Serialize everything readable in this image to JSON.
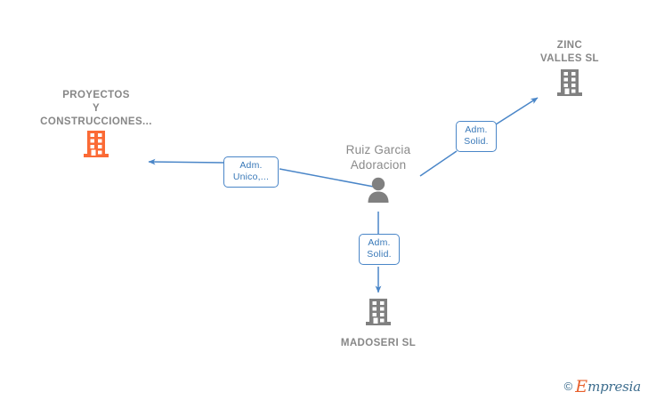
{
  "diagram": {
    "title": "Mercantile relationship diagram",
    "accent_color": "#4a86c8",
    "company_icon_color": "#808080",
    "highlight_company_color": "#fb6a35",
    "person_icon_color": "#808080",
    "nodes": [
      {
        "id": "proyectos",
        "type": "company-highlighted",
        "label": "PROYECTOS\nY\nCONSTRUCCIONES...",
        "icon": "building-icon",
        "color": "#fb6a35"
      },
      {
        "id": "zinc-valles",
        "type": "company",
        "label": "ZINC\nVALLES SL",
        "icon": "building-icon",
        "color": "#808080"
      },
      {
        "id": "ruiz-garcia",
        "type": "person",
        "label": "Ruiz Garcia\nAdoracion",
        "icon": "person-icon",
        "color": "#808080"
      },
      {
        "id": "madoseri",
        "type": "company",
        "label": "MADOSERI  SL",
        "icon": "building-icon",
        "color": "#808080"
      }
    ],
    "edges": [
      {
        "id": "edge-proyectos",
        "from": "ruiz-garcia",
        "to": "proyectos",
        "label": "Adm.\nUnico,..."
      },
      {
        "id": "edge-zinc",
        "from": "ruiz-garcia",
        "to": "zinc-valles",
        "label": "Adm.\nSolid."
      },
      {
        "id": "edge-madoseri",
        "from": "ruiz-garcia",
        "to": "madoseri",
        "label": "Adm.\nSolid."
      }
    ]
  },
  "watermark": {
    "copyright": "©",
    "brand_initial": "E",
    "brand_rest": "mpresia"
  }
}
